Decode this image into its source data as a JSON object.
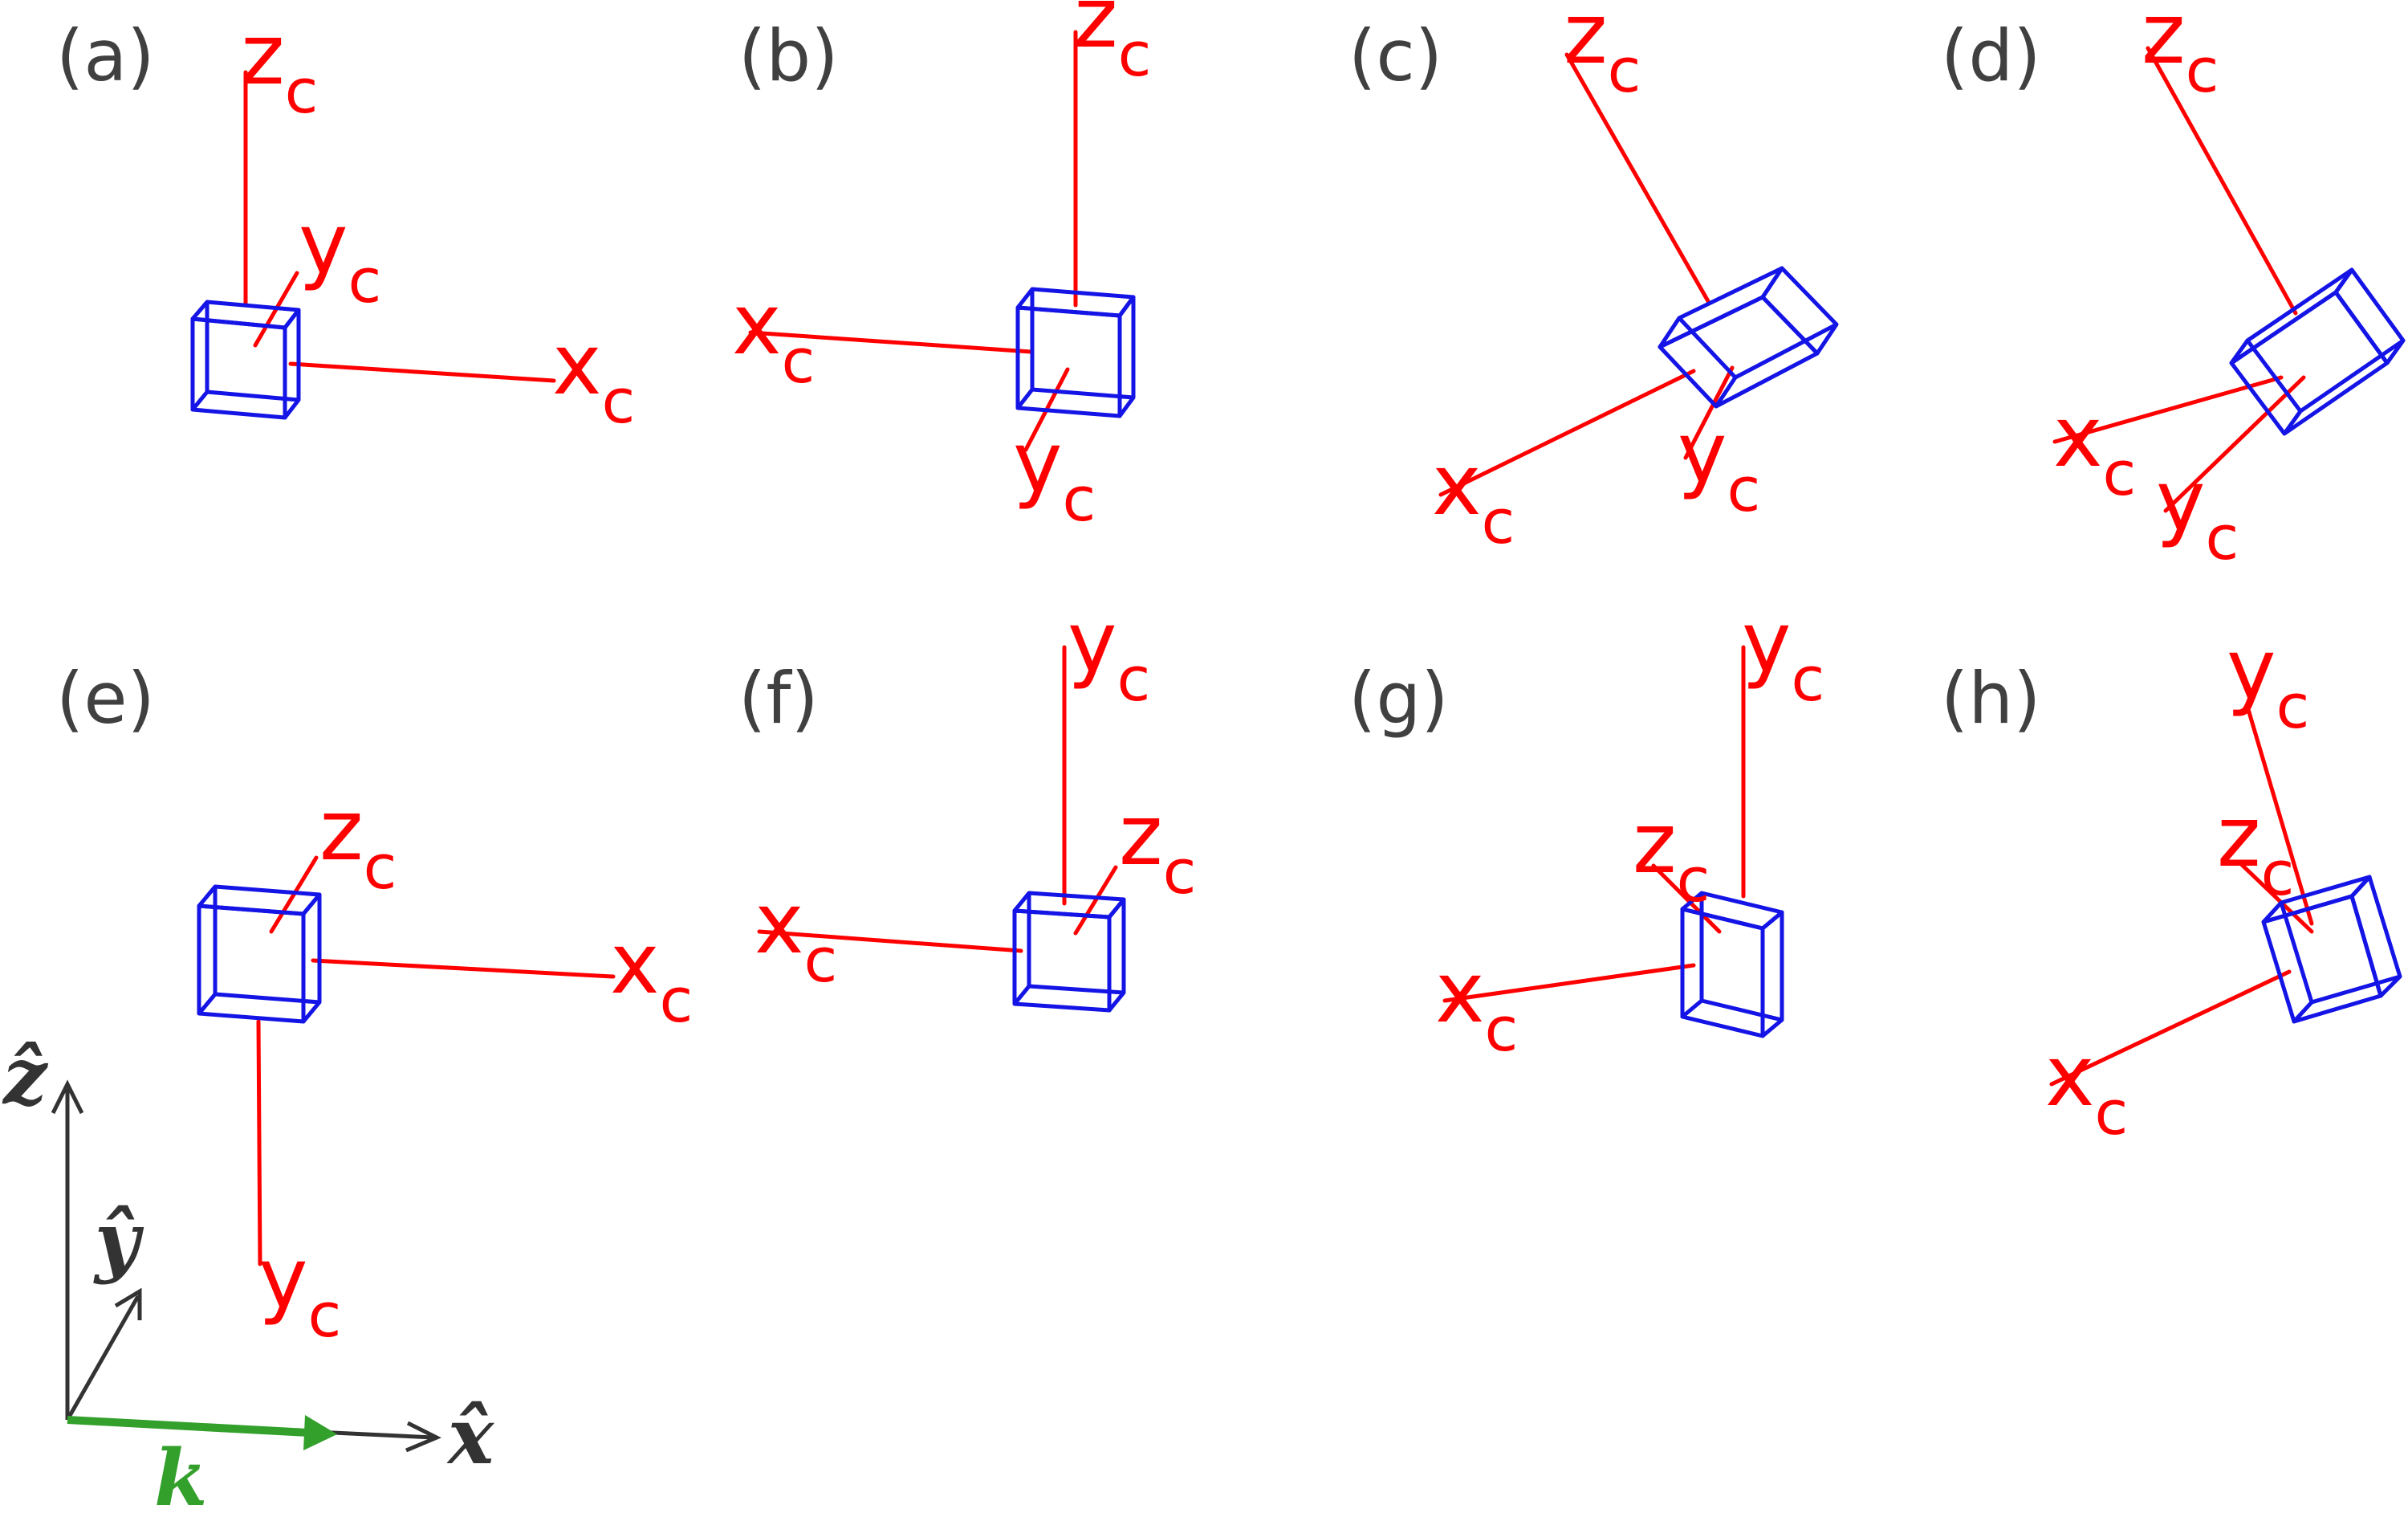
{
  "colors": {
    "axis": "#ff0000",
    "cube": "#1414e6",
    "label": "#404040",
    "frame": "#333333",
    "wavevector": "#33a02c"
  },
  "panels": [
    {
      "label": "(a)",
      "axes": [
        {
          "main": "z",
          "sub": "c"
        },
        {
          "main": "y",
          "sub": "c"
        },
        {
          "main": "x",
          "sub": "c"
        }
      ]
    },
    {
      "label": "(b)",
      "axes": [
        {
          "main": "z",
          "sub": "c"
        },
        {
          "main": "x",
          "sub": "c"
        },
        {
          "main": "y",
          "sub": "c"
        }
      ]
    },
    {
      "label": "(c)",
      "axes": [
        {
          "main": "z",
          "sub": "c"
        },
        {
          "main": "x",
          "sub": "c"
        },
        {
          "main": "y",
          "sub": "c"
        }
      ]
    },
    {
      "label": "(d)",
      "axes": [
        {
          "main": "z",
          "sub": "c"
        },
        {
          "main": "x",
          "sub": "c"
        },
        {
          "main": "y",
          "sub": "c"
        }
      ]
    },
    {
      "label": "(e)",
      "axes": [
        {
          "main": "z",
          "sub": "c"
        },
        {
          "main": "x",
          "sub": "c"
        },
        {
          "main": "y",
          "sub": "c"
        }
      ]
    },
    {
      "label": "(f)",
      "axes": [
        {
          "main": "y",
          "sub": "c"
        },
        {
          "main": "z",
          "sub": "c"
        },
        {
          "main": "x",
          "sub": "c"
        }
      ]
    },
    {
      "label": "(g)",
      "axes": [
        {
          "main": "y",
          "sub": "c"
        },
        {
          "main": "z",
          "sub": "c"
        },
        {
          "main": "x",
          "sub": "c"
        }
      ]
    },
    {
      "label": "(h)",
      "axes": [
        {
          "main": "y",
          "sub": "c"
        },
        {
          "main": "z",
          "sub": "c"
        },
        {
          "main": "x",
          "sub": "c"
        }
      ]
    }
  ],
  "lab_frame": {
    "z": "ẑ",
    "y": "ŷ",
    "x": "x̂",
    "k": "k"
  }
}
